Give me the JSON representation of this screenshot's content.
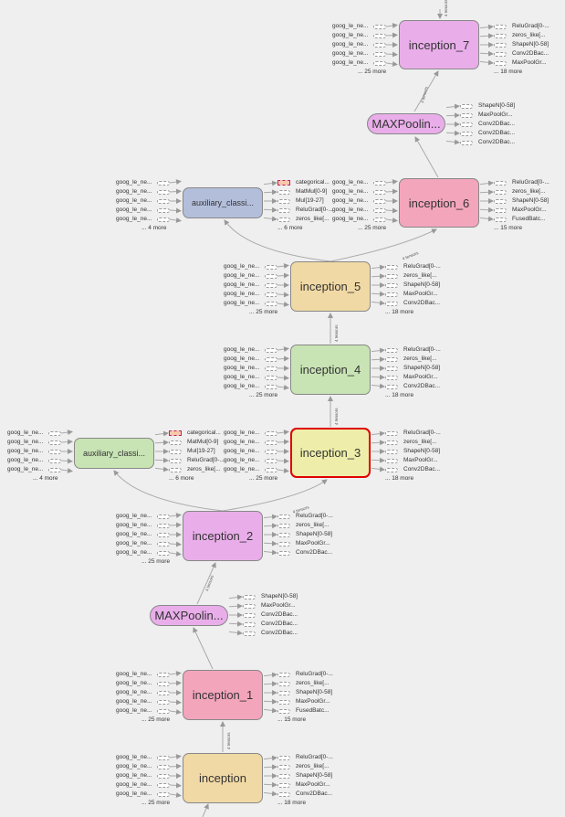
{
  "colors": {
    "background": "#efefef",
    "inception_orange": "#f1d9a5",
    "inception_pink": "#f3a5bc",
    "inception_purple": "#e9aeea",
    "inception_green": "#c8e3b4",
    "inception_yellow": "#eeeeaa",
    "auxiliary_blue": "#b3bedb",
    "selected_border": "#e00000",
    "edge": "#aaaaaa"
  },
  "nodes": {
    "inception_7": "inception_7",
    "maxpool_top": "MAXPoolin...",
    "inception_6": "inception_6",
    "aux_top": "auxiliary_classi...",
    "inception_5": "inception_5",
    "inception_4": "inception_4",
    "inception_3": "inception_3",
    "aux_mid": "auxiliary_classi...",
    "inception_2": "inception_2",
    "maxpool_bottom": "MAXPoolin...",
    "inception_1": "inception_1",
    "inception": "inception"
  },
  "labels": {
    "goog_input": "goog_le_ne...",
    "more_25": "... 25 more",
    "more_18": "... 18 more",
    "more_15": "... 15 more",
    "more_4": "... 4 more",
    "more_6": "... 6 more",
    "tensors_4": "4 tensors"
  },
  "outputs": {
    "inception_7": [
      "ReluGrad[0-...",
      "zeros_like[...",
      "ShapeN[0-58]",
      "Conv2DBac...",
      "MaxPoolGr..."
    ],
    "maxpool_top": [
      "ShapeN[0-58]",
      "MaxPoolGr...",
      "Conv2DBac...",
      "Conv2DBac...",
      "Conv2DBac..."
    ],
    "inception_6": [
      "ReluGrad[0-...",
      "zeros_like[...",
      "ShapeN[0-58]",
      "MaxPoolGr...",
      "FusedBatc..."
    ],
    "aux_top": [
      "categorical...",
      "MatMul[0-9]",
      "Mul[19-27]",
      "ReluGrad[0-...",
      "zeros_like[..."
    ],
    "inception_5": [
      "ReluGrad[0-...",
      "zeros_like[...",
      "ShapeN[0-58]",
      "MaxPoolGr...",
      "Conv2DBac..."
    ],
    "inception_4": [
      "ReluGrad[0-...",
      "zeros_like[...",
      "ShapeN[0-58]",
      "MaxPoolGr...",
      "Conv2DBac..."
    ],
    "inception_3": [
      "ReluGrad[0-...",
      "zeros_like[...",
      "ShapeN[0-58]",
      "MaxPoolGr...",
      "Conv2DBac..."
    ],
    "aux_mid": [
      "categorical...",
      "MatMul[0-9]",
      "Mul[19-27]",
      "ReluGrad[0-...",
      "zeros_like[..."
    ],
    "inception_2": [
      "ReluGrad[0-...",
      "zeros_like[...",
      "ShapeN[0-58]",
      "MaxPoolGr...",
      "Conv2DBac..."
    ],
    "maxpool_bottom": [
      "ShapeN[0-58]",
      "MaxPoolGr...",
      "Conv2DBac...",
      "Conv2DBac...",
      "Conv2DBac..."
    ],
    "inception_1": [
      "ReluGrad[0-...",
      "zeros_like[...",
      "ShapeN[0-58]",
      "MaxPoolGr...",
      "FusedBatc..."
    ],
    "inception": [
      "ReluGrad[0-...",
      "zeros_like[...",
      "ShapeN[0-58]",
      "MaxPoolGr...",
      "Conv2DBac..."
    ]
  }
}
